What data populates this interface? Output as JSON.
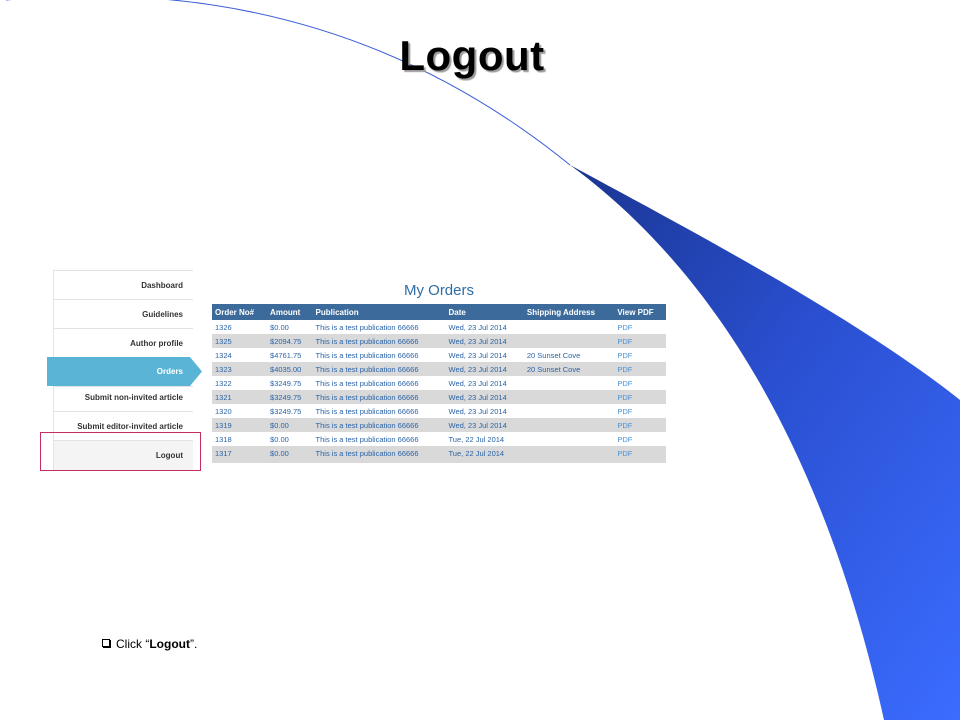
{
  "slide": {
    "title": "Logout"
  },
  "sidebar": {
    "items": [
      {
        "label": "Dashboard"
      },
      {
        "label": "Guidelines"
      },
      {
        "label": "Author profile"
      },
      {
        "label": "Orders"
      },
      {
        "label": "Submit non-invited article"
      },
      {
        "label": "Submit editor-invited article"
      },
      {
        "label": "Logout"
      }
    ],
    "active_color": "#5ab4d6"
  },
  "orders": {
    "title": "My Orders",
    "columns": [
      "Order No#",
      "Amount",
      "Publication",
      "Date",
      "Shipping Address",
      "View PDF"
    ],
    "rows": [
      [
        "1326",
        "$0.00",
        "This is a test publication 66666",
        "Wed, 23 Jul 2014",
        "",
        "PDF"
      ],
      [
        "1325",
        "$2094.75",
        "This is a test publication 66666",
        "Wed, 23 Jul 2014",
        "",
        "PDF"
      ],
      [
        "1324",
        "$4761.75",
        "This is a test publication 66666",
        "Wed, 23 Jul 2014",
        "20 Sunset Cove",
        "PDF"
      ],
      [
        "1323",
        "$4035.00",
        "This is a test publication 66666",
        "Wed, 23 Jul 2014",
        "20 Sunset Cove",
        "PDF"
      ],
      [
        "1322",
        "$3249.75",
        "This is a test publication 66666",
        "Wed, 23 Jul 2014",
        "",
        "PDF"
      ],
      [
        "1321",
        "$3249.75",
        "This is a test publication 66666",
        "Wed, 23 Jul 2014",
        "",
        "PDF"
      ],
      [
        "1320",
        "$3249.75",
        "This is a test publication 66666",
        "Wed, 23 Jul 2014",
        "",
        "PDF"
      ],
      [
        "1319",
        "$0.00",
        "This is a test publication 66666",
        "Wed, 23 Jul 2014",
        "",
        "PDF"
      ],
      [
        "1318",
        "$0.00",
        "This is a test publication 66666",
        "Tue, 22 Jul 2014",
        "",
        "PDF"
      ],
      [
        "1317",
        "$0.00",
        "This is a test publication 66666",
        "Tue, 22 Jul 2014",
        "",
        "PDF"
      ]
    ],
    "header_color": "#3c6b9b"
  },
  "instruction": {
    "prefix": "Click “",
    "bold": "Logout",
    "suffix": "”."
  },
  "colors": {
    "swoosh_dark": "#1f3f9a",
    "swoosh_light": "#3d6cf5"
  }
}
